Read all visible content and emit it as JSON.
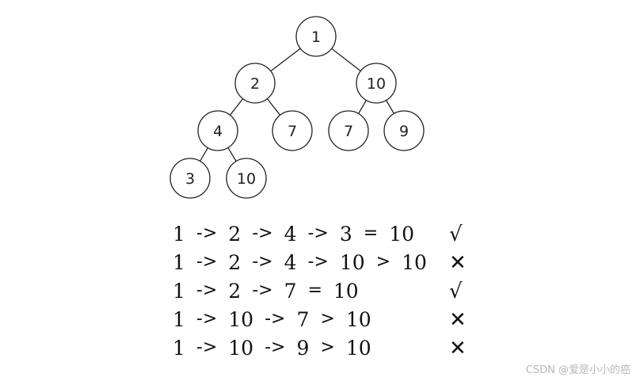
{
  "tree": {
    "nodes": [
      {
        "id": "n1",
        "label": "1"
      },
      {
        "id": "n2",
        "label": "2"
      },
      {
        "id": "n3",
        "label": "10"
      },
      {
        "id": "n4",
        "label": "4"
      },
      {
        "id": "n5",
        "label": "7"
      },
      {
        "id": "n6",
        "label": "7"
      },
      {
        "id": "n7",
        "label": "9"
      },
      {
        "id": "n8",
        "label": "3"
      },
      {
        "id": "n9",
        "label": "10"
      }
    ],
    "edges": [
      [
        "n1",
        "n2"
      ],
      [
        "n1",
        "n3"
      ],
      [
        "n2",
        "n4"
      ],
      [
        "n2",
        "n5"
      ],
      [
        "n3",
        "n6"
      ],
      [
        "n3",
        "n7"
      ],
      [
        "n4",
        "n8"
      ],
      [
        "n4",
        "n9"
      ]
    ]
  },
  "paths": [
    {
      "tokens": [
        "1",
        "->",
        "2",
        "->",
        "4",
        "->",
        "3",
        "=",
        "10"
      ],
      "mark": "√"
    },
    {
      "tokens": [
        "1",
        "->",
        "2",
        "->",
        "4",
        "->",
        "10",
        ">",
        "10"
      ],
      "mark": "✕"
    },
    {
      "tokens": [
        "1",
        "->",
        "2",
        "->",
        "7",
        "=",
        "10"
      ],
      "mark": "√"
    },
    {
      "tokens": [
        "1",
        "->",
        "10",
        "->",
        "7",
        ">",
        "10"
      ],
      "mark": "✕"
    },
    {
      "tokens": [
        "1",
        "->",
        "10",
        "->",
        "9",
        ">",
        "10"
      ],
      "mark": "✕"
    }
  ],
  "watermark": "CSDN @爱是小小的癌"
}
